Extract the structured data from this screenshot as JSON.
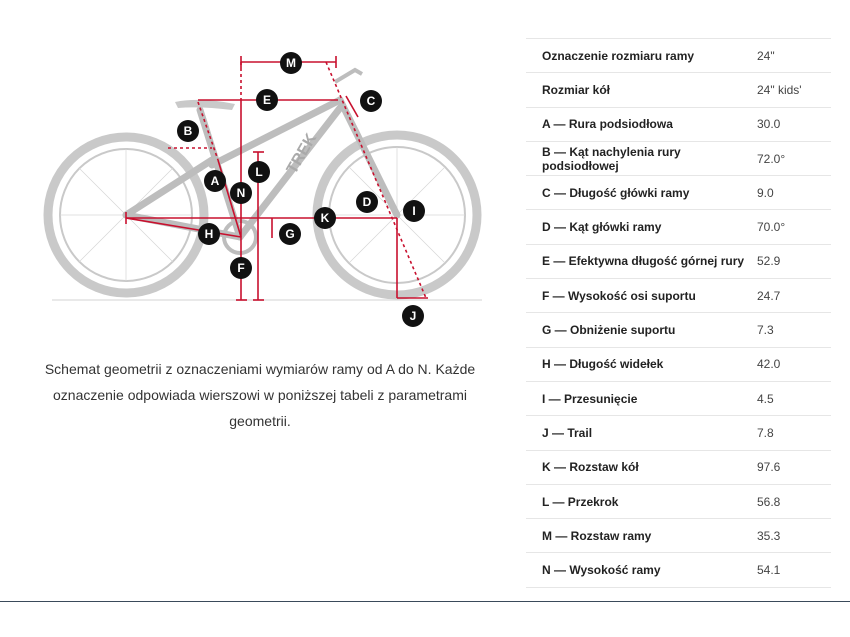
{
  "diagram": {
    "labels": {
      "A": "A",
      "B": "B",
      "C": "C",
      "D": "D",
      "E": "E",
      "F": "F",
      "G": "G",
      "H": "H",
      "I": "I",
      "J": "J",
      "K": "K",
      "L": "L",
      "M": "M",
      "N": "N"
    },
    "logo_text": "TREK"
  },
  "caption": "Schemat geometrii z oznaczeniami wymiarów ramy od A do N. Każde oznaczenie odpowiada wierszowi w poniższej tabeli z parametrami geometrii.",
  "table": [
    {
      "label": "Oznaczenie rozmiaru ramy",
      "value": "24\""
    },
    {
      "label": "Rozmiar kół",
      "value": "24\" kids'"
    },
    {
      "label": "A — Rura podsiodłowa",
      "value": "30.0"
    },
    {
      "label": "B — Kąt nachylenia rury podsiodłowej",
      "value": "72.0°"
    },
    {
      "label": "C — Długość główki ramy",
      "value": "9.0"
    },
    {
      "label": "D — Kąt główki ramy",
      "value": "70.0°"
    },
    {
      "label": "E — Efektywna długość górnej rury",
      "value": "52.9"
    },
    {
      "label": "F — Wysokość osi suportu",
      "value": "24.7"
    },
    {
      "label": "G — Obniżenie suportu",
      "value": "7.3"
    },
    {
      "label": "H — Długość widełek",
      "value": "42.0"
    },
    {
      "label": "I — Przesunięcie",
      "value": "4.5"
    },
    {
      "label": "J — Trail",
      "value": "7.8"
    },
    {
      "label": "K — Rozstaw kół",
      "value": "97.6"
    },
    {
      "label": "L — Przekrok",
      "value": "56.8"
    },
    {
      "label": "M — Rozstaw ramy",
      "value": "35.3"
    },
    {
      "label": "N — Wysokość ramy",
      "value": "54.1"
    }
  ]
}
